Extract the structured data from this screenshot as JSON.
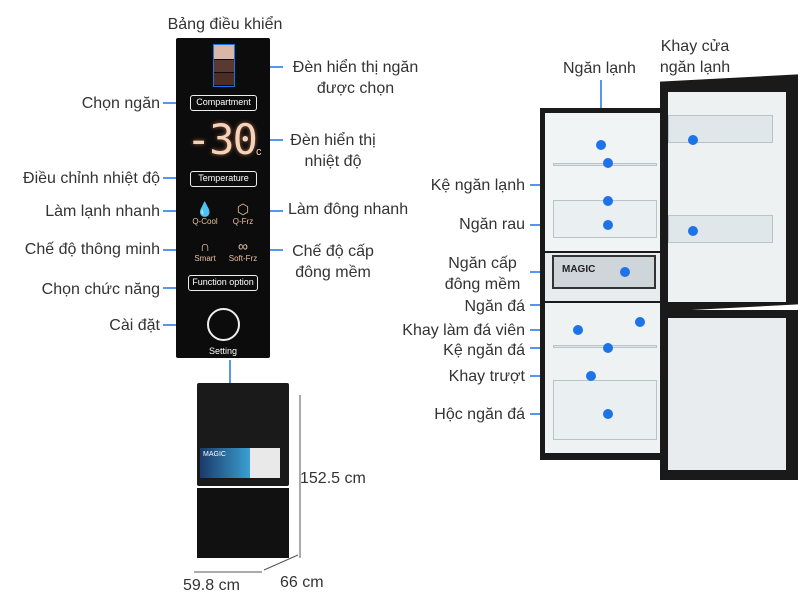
{
  "panel": {
    "title": "Bảng điều khiển",
    "compartment_button": "Compartment",
    "display_value": "-30",
    "display_unit": "c",
    "temperature_button": "Temperature",
    "qcool": "Q-Cool",
    "qfrz": "Q-Frz",
    "smart": "Smart",
    "softfrz": "Soft-Frz",
    "function_button": "Function option",
    "setting_button": "Setting"
  },
  "left_labels": {
    "chon_ngan": "Chọn ngăn",
    "dieu_chinh": "Điều chỉnh nhiệt độ",
    "lam_lanh_nhanh": "Làm lạnh nhanh",
    "che_do_thong_minh": "Chế độ thông minh",
    "chon_chuc_nang": "Chọn chức năng",
    "cai_dat": "Cài đặt"
  },
  "right_panel_labels": {
    "den_hien_thi_ngan": [
      "Đèn hiển thị ngăn",
      "được chọn"
    ],
    "den_hien_thi_nhiet": [
      "Đèn hiển thị",
      "nhiệt độ"
    ],
    "lam_dong_nhanh": "Làm đông nhanh",
    "che_do_cap_dong": [
      "Chế độ cấp",
      "đông mềm"
    ]
  },
  "fridge_labels": {
    "ngan_lanh": "Ngăn lạnh",
    "khay_cua": [
      "Khay cửa",
      "ngăn lạnh"
    ],
    "ke_ngan_lanh": "Kệ ngăn lạnh",
    "ngan_rau": "Ngăn rau",
    "ngan_cap_dong": [
      "Ngăn cấp",
      "đông mềm"
    ],
    "ngan_da": "Ngăn đá",
    "khay_lam_da": "Khay làm đá viên",
    "ke_ngan_da": "Kệ ngăn đá",
    "khay_truot": "Khay trượt",
    "hoc_ngan_da": "Hộc ngăn đá",
    "brand_magic": "MAGIC"
  },
  "dimensions": {
    "height": "152.5 cm",
    "width": "59.8 cm",
    "depth": "66 cm"
  },
  "colors": {
    "accent": "#1e73e8"
  }
}
